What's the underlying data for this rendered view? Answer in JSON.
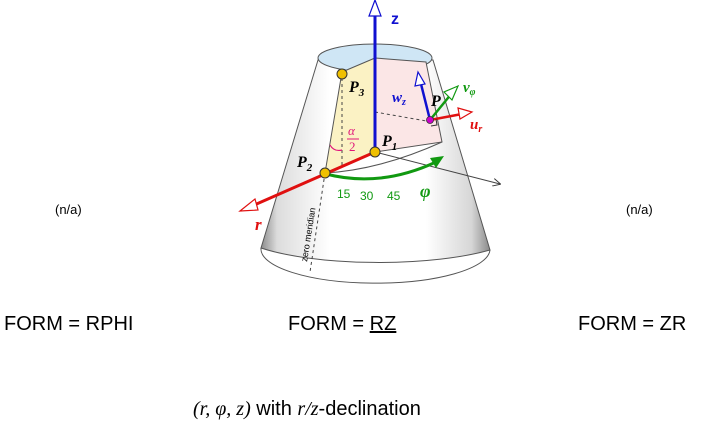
{
  "labels": {
    "na_left": "(n/a)",
    "na_right": "(n/a)",
    "form_left": "FORM = RPHI",
    "form_center_prefix": "FORM = ",
    "form_center_value": "RZ",
    "form_right": "FORM = ZR",
    "caption_math": "(r, φ, z)",
    "caption_text": " with ",
    "caption_math2": "r/z",
    "caption_suffix": "-declination"
  },
  "diagram": {
    "z_axis": "z",
    "r_axis": "r",
    "phi_label": "φ",
    "p1": "P",
    "p1_sub": "1",
    "p2": "P",
    "p2_sub": "2",
    "p3": "P",
    "p3_sub": "3",
    "p": "P",
    "wz": "w",
    "wz_sub": "z",
    "vphi": "v",
    "vphi_sub": "φ",
    "ur": "u",
    "ur_sub": "r",
    "alpha_num": "α",
    "alpha_den": "2",
    "angle_15": "15",
    "angle_30": "30",
    "angle_45": "45",
    "zero_meridian": "zero meridian"
  },
  "colors": {
    "z_axis": "#1010d0",
    "r_axis": "#e01010",
    "phi_arc": "#119911",
    "p_point": "#cc00cc",
    "marker": "#f0c000",
    "alpha": "#e0157a",
    "top_face": "#cfe6f5",
    "pink_plane": "#fbe6e6",
    "yellow_plane": "#fbf2c4"
  }
}
